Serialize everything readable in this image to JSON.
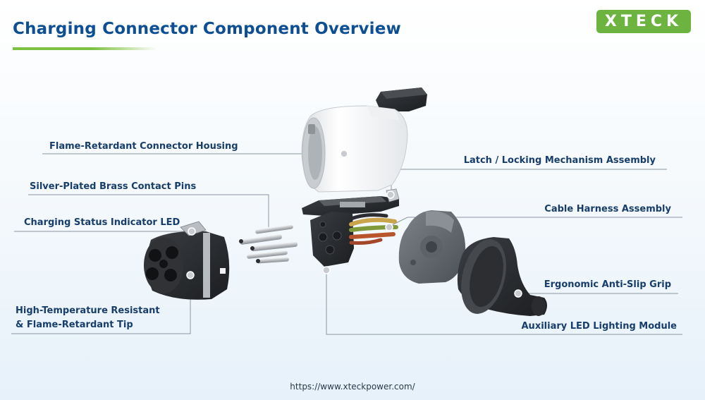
{
  "header": {
    "title": "Charging Connector Component Overview",
    "logo_text": "XTECK"
  },
  "labels": {
    "housing": "Flame-Retardant Connector Housing",
    "pins": "Silver-Plated Brass Contact Pins",
    "led": "Charging Status Indicator LED",
    "tip_line1": "High-Temperature Resistant",
    "tip_line2": "& Flame-Retardant Tip",
    "latch": "Latch / Locking Mechanism Assembly",
    "harness": "Cable Harness Assembly",
    "grip": "Ergonomic Anti-Slip Grip",
    "aux_led": "Auxiliary LED Lighting Module"
  },
  "footer": {
    "url": "https://www.xteckpower.com/"
  },
  "colors": {
    "title": "#0d4f92",
    "accent_green": "#7cc240",
    "logo_bg": "#6db33f",
    "label_text": "#173e6b",
    "leader_line": "#8a96a3"
  }
}
